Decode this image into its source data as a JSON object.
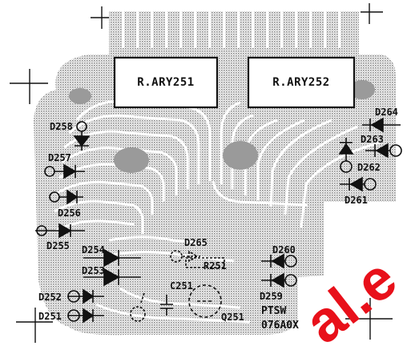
{
  "board": {
    "relays": [
      {
        "id": "relay-251",
        "label": "R.ARY251"
      },
      {
        "id": "relay-252",
        "label": "R.ARY252"
      }
    ],
    "labels": [
      {
        "id": "d258",
        "text": "D258"
      },
      {
        "id": "d257",
        "text": "D257"
      },
      {
        "id": "d256",
        "text": "D256"
      },
      {
        "id": "d255",
        "text": "D255"
      },
      {
        "id": "d254",
        "text": "D254"
      },
      {
        "id": "d253",
        "text": "D253"
      },
      {
        "id": "d252",
        "text": "D252"
      },
      {
        "id": "d251",
        "text": "D251"
      },
      {
        "id": "d265",
        "text": "D265"
      },
      {
        "id": "r251",
        "text": "R251"
      },
      {
        "id": "c251",
        "text": "C251"
      },
      {
        "id": "q251",
        "text": "Q251"
      },
      {
        "id": "d260",
        "text": "D260"
      },
      {
        "id": "d259",
        "text": "D259"
      },
      {
        "id": "d264",
        "text": "D264"
      },
      {
        "id": "d263",
        "text": "D263"
      },
      {
        "id": "d262",
        "text": "D262"
      },
      {
        "id": "d261",
        "text": "D261"
      }
    ],
    "board_name": "PTSW",
    "board_code": "076A0X",
    "watermark": "al.e",
    "colors": {
      "ink": "#111111",
      "copper": "#bdbdbd",
      "watermark": "#e8101a"
    }
  }
}
